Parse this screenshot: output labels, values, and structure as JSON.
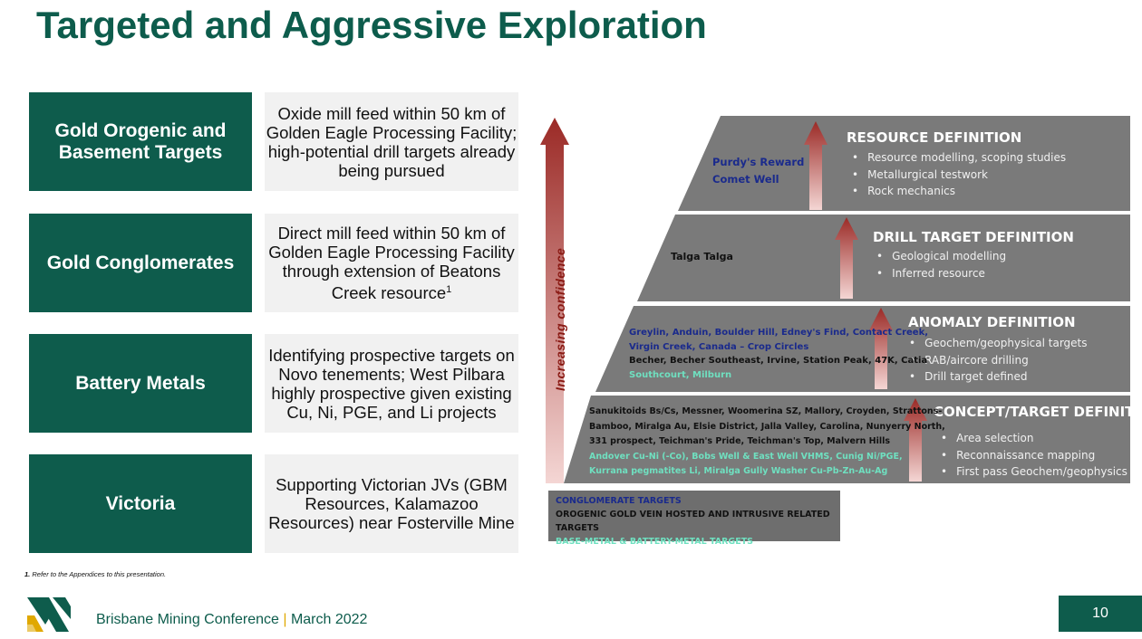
{
  "title": "Targeted and Aggressive Exploration",
  "categories": [
    {
      "name": "Gold Orogenic and Basement Targets",
      "desc": "Oxide mill feed within 50 km of Golden Eagle Processing Facility; high-potential drill targets already being pursued"
    },
    {
      "name": "Gold Conglomerates",
      "desc": "Direct mill feed within 50 km of Golden Eagle Processing Facility through extension of Beatons Creek resource",
      "desc_sup": "1"
    },
    {
      "name": "Battery Metals",
      "desc": "Identifying prospective targets on Novo tenements; West Pilbara highly prospective given existing Cu, Ni, PGE, and Li projects"
    },
    {
      "name": "Victoria",
      "desc": "Supporting Victorian JVs (GBM Resources, Kalamazoo Resources) near Fosterville Mine"
    }
  ],
  "footnote": {
    "num": "1.",
    "text": "Refer to the Appendices to this presentation."
  },
  "footer": {
    "conference": "Brisbane Mining Conference",
    "separator": "|",
    "date": "March 2022",
    "page": "10"
  },
  "diagram": {
    "confidence_label": "Increasing confidence",
    "tiers": [
      {
        "title": "RESOURCE DEFINITION",
        "bullets": [
          "Resource modelling, scoping studies",
          "Metallurgical testwork",
          "Rock mechanics"
        ],
        "projects": [
          {
            "text": "Purdy's Reward",
            "color": "blue"
          },
          {
            "text": "Comet Well",
            "color": "blue"
          }
        ]
      },
      {
        "title": "DRILL TARGET DEFINITION",
        "bullets": [
          "Geological modelling",
          "Inferred resource"
        ],
        "projects": [
          {
            "text": "Talga Talga",
            "color": "dark"
          }
        ]
      },
      {
        "title": "ANOMALY DEFINITION",
        "bullets": [
          "Geochem/geophysical targets",
          "RAB/aircore drilling",
          "Drill target defined"
        ],
        "projects": [
          {
            "text": "Greylin, Anduin,  Boulder Hill, Edney's Find, Contact Creek,",
            "color": "blue"
          },
          {
            "text": "Virgin Creek,  Canada – Crop Circles",
            "color": "blue"
          },
          {
            "text": "Becher,  Becher Southeast, Irvine, Station Peak,  47K, Catia",
            "color": "dark"
          },
          {
            "text": "Southcourt, Milburn",
            "color": "teal"
          }
        ]
      },
      {
        "title": "CONCEPT/TARGET DEFINITION",
        "bullets": [
          "Area selection",
          "Reconnaissance mapping",
          "First pass Geochem/geophysics"
        ],
        "projects": [
          {
            "text": "Sanukitoids Bs/Cs,  Messner, Woomerina SZ, Mallory, Croyden, Strattons-",
            "color": "dark"
          },
          {
            "text": "Bamboo,  Miralga Au,  Elsie District, Jalla Valley, Carolina, Nunyerry North,",
            "color": "dark"
          },
          {
            "text": "331 prospect, Teichman's Pride, Teichman's Top, Malvern Hills",
            "color": "dark"
          },
          {
            "text": "Andover Cu-Ni (-Co),  Bobs Well & East Well VHMS, Cunig Ni/PGE,",
            "color": "teal"
          },
          {
            "text": "Kurrana pegmatites Li, Miralga Gully Washer  Cu-Pb-Zn-Au-Ag",
            "color": "teal"
          }
        ]
      }
    ],
    "legend": [
      {
        "text": "CONGLOMERATE TARGETS",
        "color": "blue"
      },
      {
        "text": "OROGENIC GOLD VEIN HOSTED AND INTRUSIVE RELATED  TARGETS",
        "color": "dark"
      },
      {
        "text": "BASE-METAL & BATTERY-METAL TARGETS",
        "color": "teal"
      }
    ],
    "colors": {
      "blue": "#1a2a8c",
      "dark": "#111111",
      "teal": "#6fe0c0",
      "brand": "#0e5c4c"
    }
  }
}
